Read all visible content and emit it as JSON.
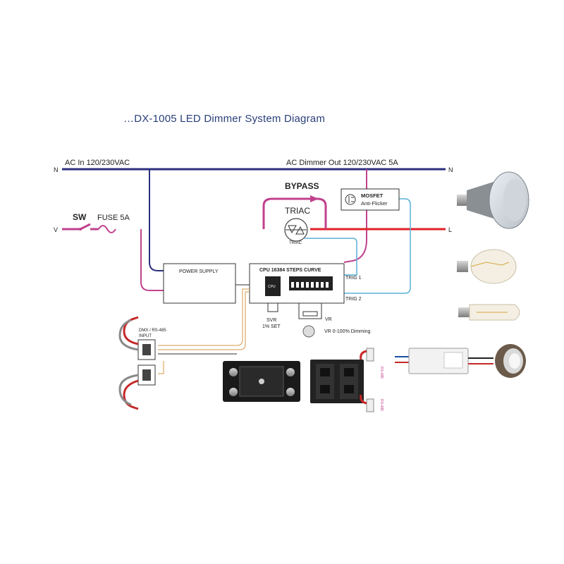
{
  "title": "…DX-1005 LED Dimmer System Diagram",
  "lines": {
    "n_left": "N",
    "n_right": "N",
    "l_left": "V",
    "l_right": "L",
    "ac_in": "AC In  120/230VAC",
    "ac_out": "AC Dimmer Out  120/230VAC 5A"
  },
  "switch_label": "SW",
  "fuse_label": "FUSE 5A",
  "bypass_label": "BYPASS",
  "triac_label": "TRIAC",
  "triac_small": "TRIAC",
  "mosfet": {
    "line1": "MOSFET",
    "line2": "Anti-Flicker"
  },
  "power_supply": "POWER SUPPLY",
  "cpu": {
    "label": "CPU 16384 STEPS CURVE",
    "chip": "CPU"
  },
  "trig1": "TRIG 1",
  "trig2": "TRIG 2",
  "svr": {
    "line1": "SVR",
    "line2": "1% SET"
  },
  "vr": {
    "label": "VR",
    "desc": "VR  0-100% Dimming"
  },
  "dmx": {
    "line1": "DMX / RS-485",
    "line2": "INPUT"
  },
  "connector_labels": [
    "RS-485",
    "RS-485"
  ],
  "colors": {
    "neutral": "#2b2f7e",
    "live_magenta": "#c0418e",
    "live_red": "#e0202a",
    "trigger": "#5ab0d6",
    "title": "#2a3f7a"
  }
}
